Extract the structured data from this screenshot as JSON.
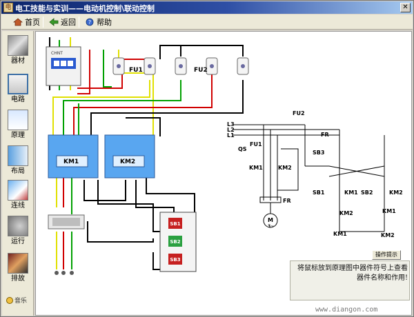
{
  "window": {
    "title": "电工技能与实训——电动机控制\\联动控制",
    "close_symbol": "✕"
  },
  "toolbar": {
    "home_label": "首页",
    "back_label": "返回",
    "help_label": "帮助"
  },
  "sidebar": {
    "items": [
      {
        "label": "器材"
      },
      {
        "label": "电路"
      },
      {
        "label": "原理"
      },
      {
        "label": "布局"
      },
      {
        "label": "连线"
      },
      {
        "label": "运行"
      },
      {
        "label": "排故"
      }
    ],
    "music_label": "音乐"
  },
  "wiring": {
    "breaker_brand": "CHNT",
    "fuse_group_1": "FU1",
    "fuse_group_2": "FU2",
    "contactor_1": "KM1",
    "contactor_2": "KM2",
    "button_1": "SB1",
    "button_2": "SB2",
    "button_3": "SB3"
  },
  "schematic": {
    "phase_l3": "L3",
    "phase_l2": "L2",
    "phase_l1": "L1",
    "switch": "QS",
    "fu2": "FU2",
    "fu1": "FU1",
    "fr_contact": "FR",
    "sb3": "SB3",
    "km1_main": "KM1",
    "km2_main": "KM2",
    "fr_relay": "FR",
    "motor": "M",
    "motor_phase": "3~",
    "sb1": "SB1",
    "km1_aux": "KM1",
    "sb2": "SB2",
    "km2_right": "KM2",
    "km2_left_aux": "KM2",
    "km1_right_aux": "KM1",
    "km1_coil": "KM1",
    "km2_coil": "KM2"
  },
  "help": {
    "button_label": "操作提示",
    "text": "将鼠标放到原理图中器件符号上查看器件名称和作用!"
  },
  "watermark": "www.diangon.com"
}
